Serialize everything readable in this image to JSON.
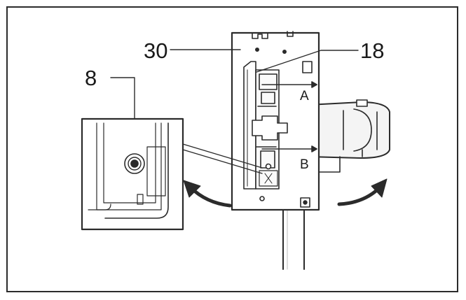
{
  "figure": {
    "labels": {
      "part_30": "30",
      "part_18": "18",
      "part_8": "8",
      "point_a": "A",
      "point_b": "B"
    }
  }
}
